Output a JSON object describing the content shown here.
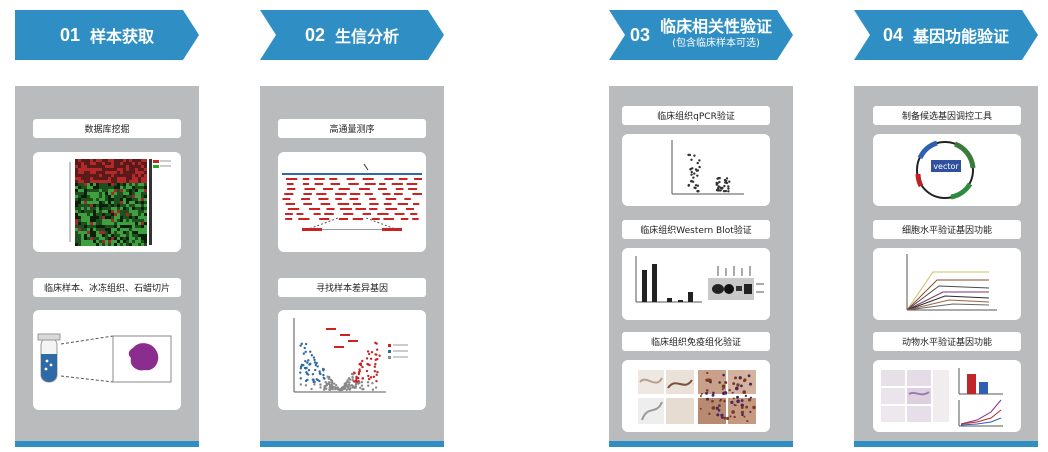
{
  "steps": [
    {
      "num": "01",
      "title": "样本获取",
      "subtitle": ""
    },
    {
      "num": "02",
      "title": "生信分析",
      "subtitle": ""
    },
    {
      "num": "03",
      "title": "临床相关性验证",
      "subtitle": "(包含临床样本可选)"
    },
    {
      "num": "04",
      "title": "基因功能验证",
      "subtitle": ""
    }
  ],
  "col1": {
    "item1": "数据库挖掘",
    "item2": "临床样本、冰冻组织、石蜡切片"
  },
  "col2": {
    "item1": "高通量测序",
    "item2": "寻找样本差异基因"
  },
  "col3": {
    "item1": "临床组织qPCR验证",
    "item2": "临床组织Western Blot验证",
    "item3": "临床组织免疫组化验证"
  },
  "col4": {
    "item1": "制备候选基因调控工具",
    "item2": "细胞水平验证基因功能",
    "item3": "动物水平验证基因功能",
    "vector_label": "vector"
  },
  "colors": {
    "banner": "#2f8fc4",
    "panel": "#b9bbbd",
    "accent_bar": "#2f8fc4"
  }
}
